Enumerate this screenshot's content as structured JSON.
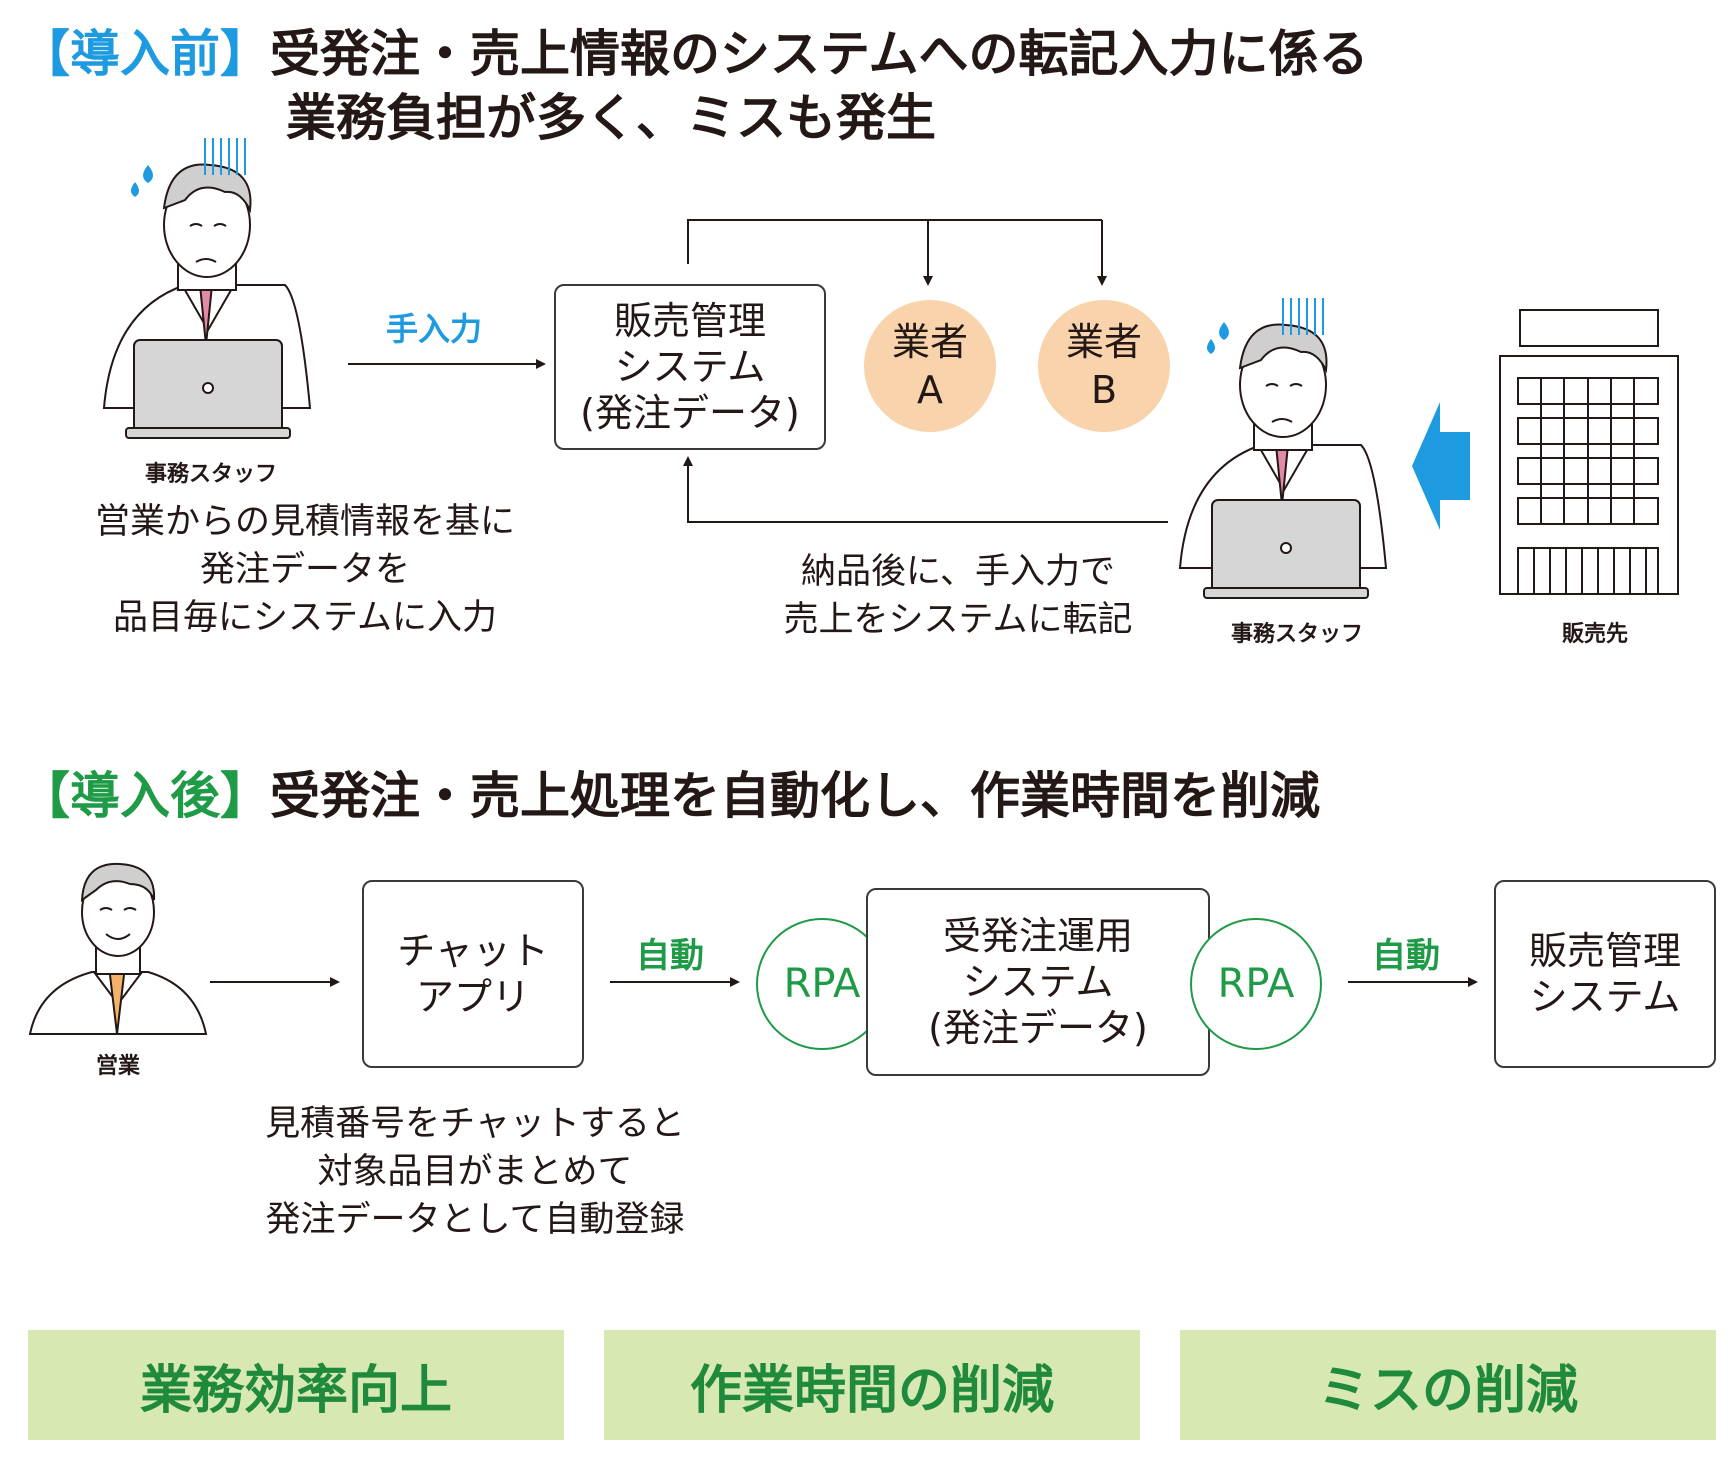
{
  "before": {
    "bracket_open": "【",
    "tag": "導入前",
    "bracket_close": "】",
    "title_line1": "受発注・売上情報のシステムへの転記入力に係る",
    "title_line2": "業務負担が多く、ミスも発生",
    "staff_label_left": "事務スタッフ",
    "staff_label_right": "事務スタッフ",
    "customer_label": "販売先",
    "manual_input_label": "手入力",
    "system_box": [
      "販売管理",
      "システム",
      "(発注データ)"
    ],
    "vendor_a": [
      "業者",
      "A"
    ],
    "vendor_b": [
      "業者",
      "B"
    ],
    "left_desc": [
      "営業からの見積情報を基に",
      "発注データを",
      "品目毎にシステムに入力"
    ],
    "right_desc": [
      "納品後に、手入力で",
      "売上をシステムに転記"
    ]
  },
  "after": {
    "bracket_open": "【",
    "tag": "導入後",
    "bracket_close": "】",
    "title": "受発注・売上処理を自動化し、作業時間を削減",
    "sales_label": "営業",
    "chat_box": [
      "チャット",
      "アプリ"
    ],
    "auto_label_1": "自動",
    "auto_label_2": "自動",
    "rpa_1": "RPA",
    "rpa_2": "RPA",
    "order_box": [
      "受発注運用",
      "システム",
      "(発注データ)"
    ],
    "sales_system_box": [
      "販売管理",
      "システム"
    ],
    "desc": [
      "見積番号をチャットすると",
      "対象品目がまとめて",
      "発注データとして自動登録"
    ]
  },
  "results": [
    "業務効率向上",
    "作業時間の削減",
    "ミスの削減"
  ],
  "colors": {
    "blue": "#1e9be0",
    "green": "#1f9a46",
    "orange_circle": "#f8d3ac",
    "result_bg": "#d8e8b2",
    "tie_pink": "#e38aa6",
    "tie_orange": "#f3b26a"
  }
}
